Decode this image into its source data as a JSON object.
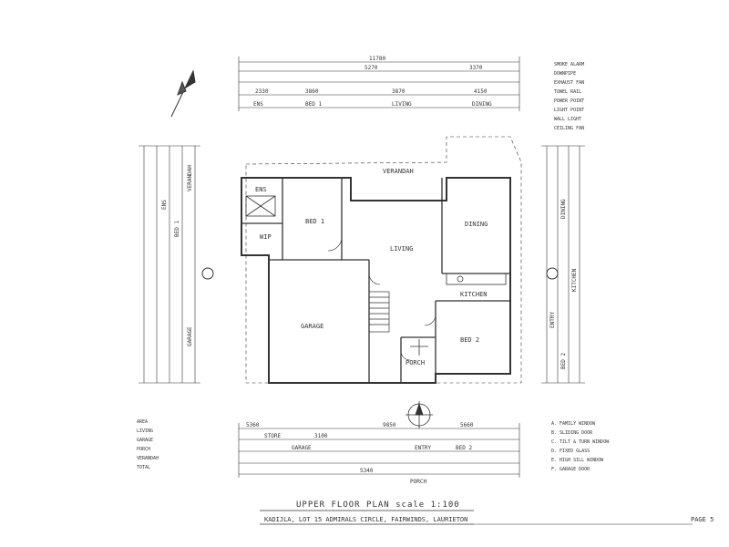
{
  "drawing": {
    "title": "UPPER FLOOR PLAN scale 1:100",
    "subtitle": "KADIJLA, LOT 15 ADMIRALS CIRCLE, FAIRWINDS, LAURIETON",
    "page": "PAGE 5"
  },
  "rooms": {
    "bed1": "BED 1",
    "verandah": "VERANDAH",
    "dining": "DINING",
    "living": "LIVING",
    "kitchen": "KITCHEN",
    "garage": "GARAGE",
    "bed2": "BED 2",
    "porch": "PORCH",
    "ens": "ENS",
    "wip": "WIP"
  },
  "dims_top": {
    "overall": "11780",
    "d1": "5270",
    "d2": "3370",
    "d3": "2330",
    "d4": "3860",
    "d5": "3870",
    "d6": "4150",
    "labels": [
      "ENS",
      "BED 1",
      "LIVING",
      "DINING"
    ]
  },
  "dims_bottom": {
    "d1": "5360",
    "d2": "9850",
    "d3": "5660",
    "d4": "3100",
    "d5": "5340",
    "labels": [
      "STORE",
      "GARAGE",
      "ENTRY",
      "BED 2",
      "PORCH"
    ]
  },
  "dims_left": [
    "VERANDAH",
    "BED 1",
    "GARAGE",
    "ENS"
  ],
  "dims_right": [
    "DINING",
    "KITCHEN",
    "ENTRY",
    "BED 2"
  ],
  "legend_top": [
    "SMOKE ALARM",
    "DOWNPIPE",
    "EXHAUST FAN",
    "TOWEL RAIL",
    "POWER POINT",
    "LIGHT POINT",
    "WALL LIGHT",
    "CEILING FAN"
  ],
  "legend_bottom_left": [
    "AREA",
    "LIVING",
    "GARAGE",
    "PORCH",
    "VERANDAH",
    "TOTAL"
  ],
  "legend_bottom_right": [
    "A. FAMILY WINDOW",
    "B. SLIDING DOOR",
    "C. TILT & TURN WINDOW",
    "D. FIXED GLASS",
    "E. HIGH SILL WINDOW",
    "F. GARAGE DOOR"
  ]
}
